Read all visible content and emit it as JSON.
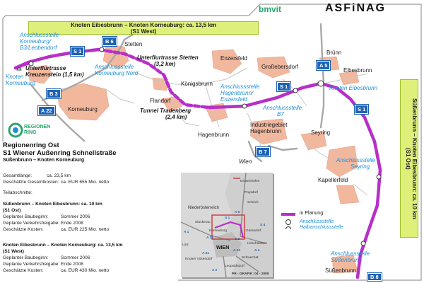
{
  "logos": {
    "bmvit": "bmvit",
    "asfinag": "ASFiNAG",
    "regionenring": "REGIONEN RING"
  },
  "bands": {
    "top_line1": "Knoten Eibesbrunn – Knoten Korneuburg: ca. 13,5 km",
    "top_line2": "(S1 West)",
    "right_line1": "Süßenbrunn – Knoten Eibesbrunn: ca. 10 km",
    "right_line2": "(S1 Ost)"
  },
  "signs": {
    "b6": "B 6",
    "s1_left": "S 1",
    "a5": "A 5",
    "s1_mid": "S 1",
    "s1_right": "S 1",
    "b3": "B 3",
    "a22": "A 22",
    "b7": "B 7",
    "b8": "B 8"
  },
  "map_labels": {
    "stetten": "Stetten",
    "bruenn": "Brünn",
    "enzersfeld": "Enzersfeld",
    "grossebersdorf": "Großebersdorf",
    "eibesbrunn": "Eibesbrunn",
    "koenigsbrunn": "Königsbrunn",
    "flandorf": "Flandorf",
    "korneuburg": "Korneuburg",
    "hagenbrunn": "Hagenbrunn",
    "industriegebiet": "Industriegebiet",
    "industriegebiet_2": "Hagenbrunn",
    "seyring": "Seyring",
    "kapellerfeld": "Kapellerfeld",
    "wien": "Wien",
    "suessenbrunn": "Süßenbrunn"
  },
  "tunnels": {
    "kreuzenstein_1": "Unterflurtrasse",
    "kreuzenstein_2": "Kreuzenstein (1,5 km)",
    "stetten_1": "Unterflurtrasse Stetten",
    "stetten_2": "(3,2 km)",
    "tradenberg_1": "Tunnel Tradenberg",
    "tradenberg_2": "(2,4 km)"
  },
  "junctions": {
    "ks_korneuburg_b3_1": "Anschlussstelle",
    "ks_korneuburg_b3_2": "Korneuburg/",
    "ks_korneuburg_b3_3": "B3/Leobendorf",
    "knoten_korneuburg_1": "Knoten",
    "knoten_korneuburg_2": "Korneuburg",
    "as_korneuburg_nord_1": "Anschlussstelle",
    "as_korneuburg_nord_2": "Korneuburg Nord",
    "as_hagenbrunn_1": "Anschlussstelle",
    "as_hagenbrunn_2": "Hagenbrunn/",
    "as_hagenbrunn_3": "Enzersfeld",
    "as_b7_1": "Anschlussstelle",
    "as_b7_2": "B7",
    "knoten_eibesbrunn": "Knoten Eibesbrunn",
    "as_seyring_1": "Anschlussstelle",
    "as_seyring_2": "Seyring",
    "as_suessenbrunn_1": "Anschlussstelle",
    "as_suessenbrunn_2": "Süßenbrunn"
  },
  "info": {
    "title_1": "Regionenring Ost",
    "title_2": "S1 Wiener Außenring Schnellstraße",
    "subtitle": "Süßenbrunn – Knoten Korneuburg",
    "rows_top": [
      {
        "k": "Gesamtlänge:",
        "v": "ca. 23,5 km"
      },
      {
        "k": "Geschätzte Gesamtkosten:",
        "v": "ca. EUR 655 Mio. netto"
      }
    ],
    "teilabschnitte": "Teilabschnitte:",
    "sec1_title": "Süßenbrunn – Knoten Eibesbrunn: ca. 10 km",
    "sec1_sub": "(S1 Ost)",
    "sec1_rows": [
      {
        "k": "Geplanter Baubeginn:",
        "v": "Sommer 2006"
      },
      {
        "k": "Geplante Verkehrsfreigabe:",
        "v": "Ende 2008"
      },
      {
        "k": "Geschätzte Kosten:",
        "v": "ca. EUR 225 Mio. netto"
      }
    ],
    "sec2_title": "Knoten Eibesbrunn – Knoten Korneuburg: ca. 13,5 km",
    "sec2_sub": "(S1 West)",
    "sec2_rows": [
      {
        "k": "Geplanter Baubeginn:",
        "v": "Sommer 2006"
      },
      {
        "k": "Geplante Verkehrsfreigabe:",
        "v": "Ende 2008"
      },
      {
        "k": "Geschätzte Kosten:",
        "v": "ca. EUR 430 Mio. netto"
      }
    ]
  },
  "legend": {
    "in_planung": "in Planung",
    "anschlussstelle": "Anschlussstelle",
    "halbanschlussstelle": "Halbanschlussstelle"
  },
  "inset": {
    "region": "Niederösterreich",
    "city": "WIEN",
    "credit": "PR - GRAFIK: 04 - 2005",
    "places": [
      "Drasenhofen",
      "Poysdorf",
      "Schrick",
      "Stockerau",
      "Korneuburg",
      "Gerasdorf",
      "Schwechat",
      "Linz",
      "Knoten Vösendorf",
      "Leopoldsdorf",
      "Hirschstetten"
    ],
    "roads": [
      "A 5",
      "S 1",
      "A 22",
      "A 4",
      "A 21",
      "A 2",
      "S 2",
      "A 23",
      "S 4",
      "A 1"
    ]
  },
  "colors": {
    "route": "#b72fc8",
    "route_dashed": "#b72fc8",
    "built_road": "#a8a8a8",
    "sign_blue": "#1d63b4",
    "junction_label": "#1f8fd6",
    "band": "#dff07a",
    "town": "#f2b89e",
    "background": "#ffffff"
  },
  "icons": [
    "bmvit-logo",
    "asfinag-logo",
    "regionenring-logo",
    "junction-circle-icon",
    "half-junction-icon"
  ]
}
